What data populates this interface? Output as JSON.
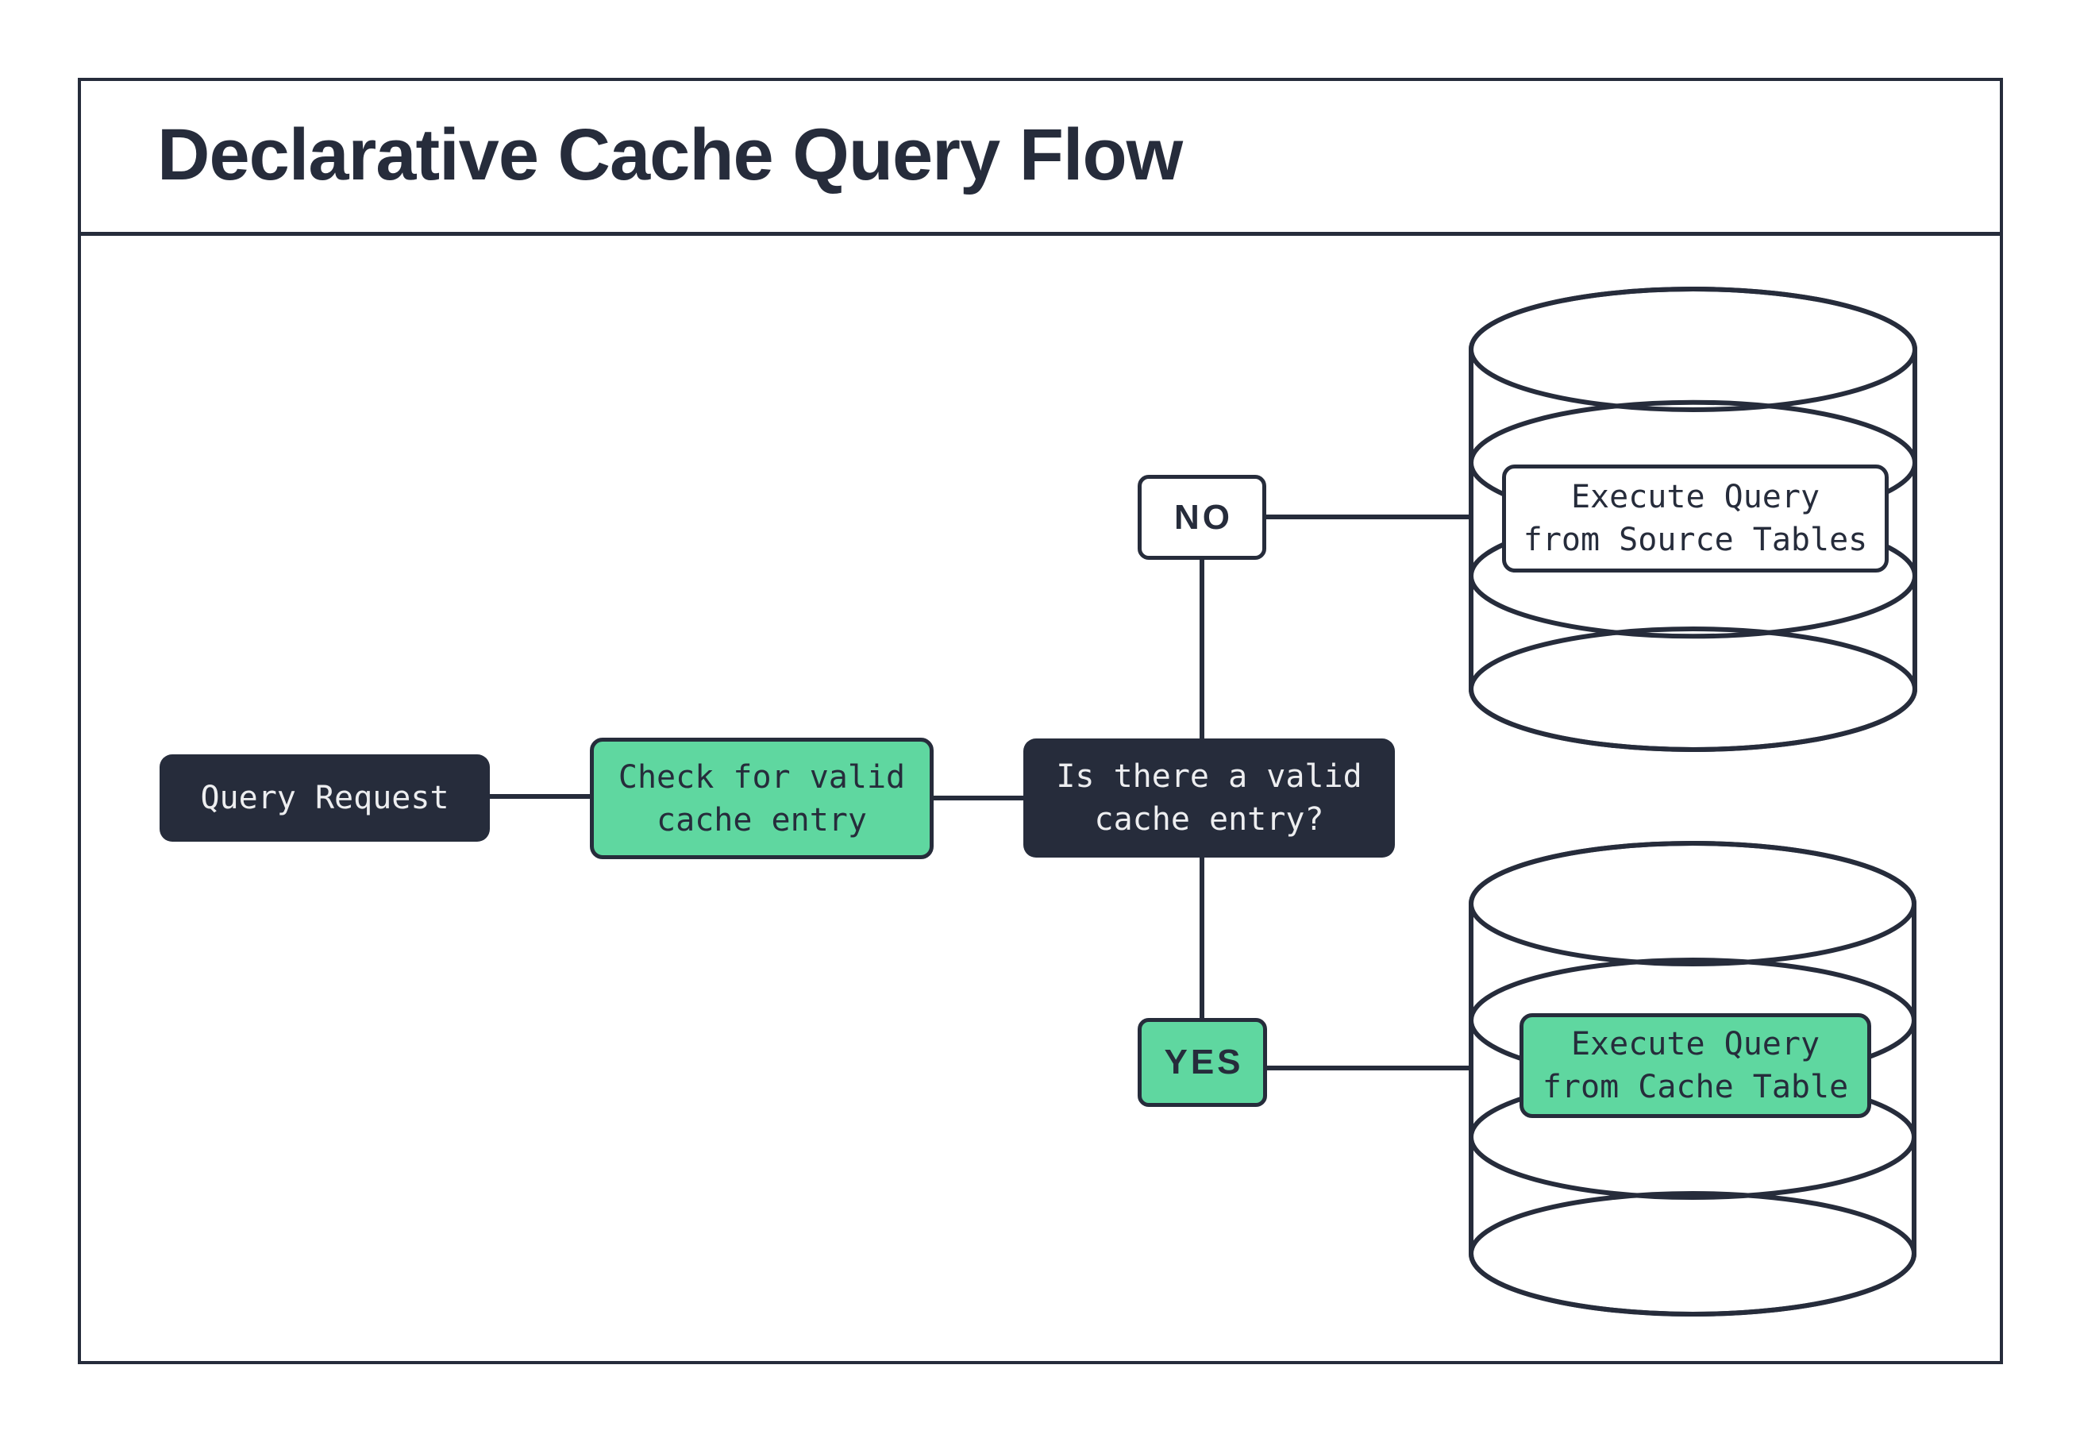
{
  "title": "Declarative Cache Query Flow",
  "colors": {
    "ink": "#262c3b",
    "green": "#5fd7a0",
    "paper": "#ffffff",
    "light_text": "#edeef0"
  },
  "flow": {
    "nodes": {
      "query_request": {
        "label": "Query Request"
      },
      "check_cache": {
        "label": "Check for valid\ncache entry"
      },
      "decision": {
        "label": "Is there a valid\ncache entry?"
      },
      "branch_no": {
        "label": "NO"
      },
      "branch_yes": {
        "label": "YES"
      },
      "source_db": {
        "label": "Execute Query\nfrom Source Tables"
      },
      "cache_db": {
        "label": "Execute Query\nfrom Cache Table"
      }
    }
  }
}
